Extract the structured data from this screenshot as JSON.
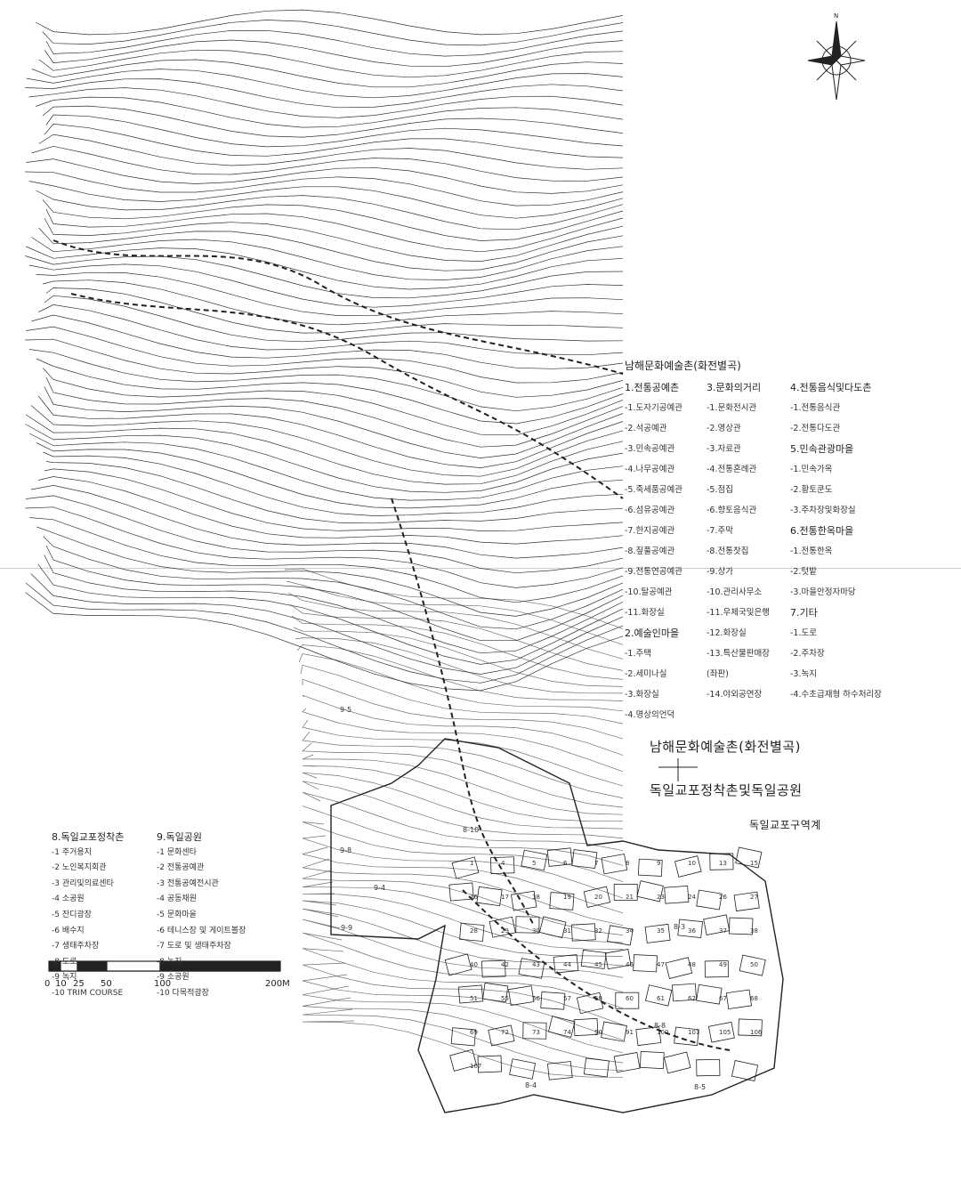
{
  "compass": {
    "north_label": "N"
  },
  "legend_main": {
    "title": "남해문화예술촌(화전별곡)",
    "columns": [
      [
        "1.전통공예촌",
        "-1.도자기공예관",
        "-2.석공예관",
        "-3.민속공예관",
        "-4.나무공예관",
        "-5.죽세품공예관",
        "-6.섬유공예관",
        "-7.한지공예관",
        "-8.짚풀공예관",
        "-9.전통연공예관",
        "-10.탈공예관",
        "-11.화장실",
        "2.예술인마을",
        "-1.주택",
        "-2.세미나실",
        "-3.화장실",
        "-4.명상의언덕"
      ],
      [
        "3.문화의거리",
        "-1.문화전시관",
        "-2.영상관",
        "-3.자료관",
        "-4.전통혼례관",
        "-5.점집",
        "-6.향토음식관",
        "-7.주막",
        "-8.전통찻집",
        "-9.상가",
        "-10.관리사무소",
        "-11.우체국및은행",
        "-12.화장실",
        "-13.특산물판매장",
        "(좌판)",
        "-14.야외공연장"
      ],
      [
        "4.전통음식및다도촌",
        "-1.전통음식관",
        "-2.전통다도관",
        "5.민속관광마을",
        "-1.민속가옥",
        "-2.황토쿤도",
        "-3.주차장및화장실",
        "6.전통한옥마을",
        "-1.전통한옥",
        "-2.텃밭",
        "-3.마을안정자마당",
        "7.기타",
        "-1.도로",
        "-2.주차장",
        "-3.녹지",
        "-4.수초급재형 하수처리장"
      ]
    ]
  },
  "connector": {
    "top": "남해문화예술촌(화전별곡)",
    "bottom": "독일교포정착촌및독일공원",
    "boundary": "독일교포구역계"
  },
  "legend_german": {
    "columns": [
      [
        "8.독일교포정착촌",
        "-1 주거용지",
        "-2 노인복지회관",
        "-3 관리및의료센타",
        "-4 소공원",
        "-5 잔디광장",
        "-6 배수지",
        "-7 생태주차장",
        "-8 도로",
        "-9 녹지",
        "-10 TRIM COURSE"
      ],
      [
        "9.독일공원",
        "-1 문화센타",
        "-2 전통공예관",
        "-3 전통공예전시관",
        "-4 공동채원",
        "-5 문화마을",
        "-6 테니스장 및 게이트볼장",
        "-7 도로 및 생태주차장",
        "-8 녹지",
        "-9 소공원",
        "-10 다목적광장"
      ]
    ]
  },
  "map_labels": [
    "8-10",
    "9-8",
    "9-9",
    "9-4",
    "8-4",
    "8-8",
    "8-3",
    "8-5",
    "9-5"
  ],
  "lot_numbers": [
    "1",
    "4",
    "5",
    "6",
    "7",
    "8",
    "9",
    "10",
    "13",
    "15",
    "16",
    "17",
    "18",
    "19",
    "20",
    "21",
    "23",
    "24",
    "26",
    "27",
    "28",
    "29",
    "30",
    "31",
    "32",
    "34",
    "35",
    "36",
    "37",
    "38",
    "40",
    "42",
    "43",
    "44",
    "45",
    "46",
    "47",
    "48",
    "49",
    "50",
    "51",
    "55",
    "56",
    "57",
    "58",
    "60",
    "61",
    "62",
    "67",
    "68",
    "69",
    "72",
    "73",
    "74",
    "90",
    "91",
    "100",
    "101",
    "105",
    "106",
    "107"
  ],
  "scale": {
    "ticks": [
      "0",
      "10",
      "25",
      "50",
      "100",
      "200M"
    ]
  }
}
